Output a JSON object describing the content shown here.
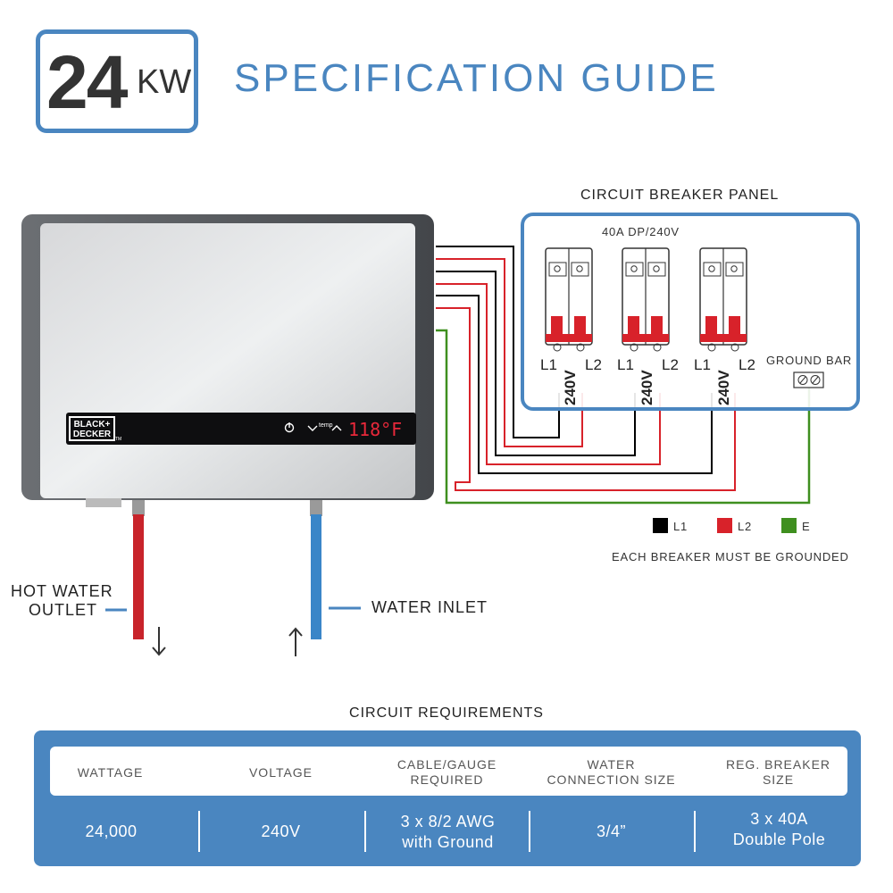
{
  "header": {
    "power_number": "24",
    "power_unit": "KW",
    "title": "SPECIFICATION GUIDE"
  },
  "heater": {
    "brand_line1": "BLACK+",
    "brand_line2": "DECKER",
    "trademark": "TM",
    "temp_label": "temp",
    "temp_display": "118°F"
  },
  "panel": {
    "title": "CIRCUIT BREAKER PANEL",
    "breaker_rating": "40A DP/240V",
    "voltage_label": "240V",
    "line1_label": "L1",
    "line2_label": "L2",
    "ground_bar_label": "GROUND BAR"
  },
  "legend": {
    "items": [
      {
        "label": "L1",
        "color": "#000000"
      },
      {
        "label": "L2",
        "color": "#d8222a"
      },
      {
        "label": "E",
        "color": "#3f8f1f"
      }
    ],
    "note": "EACH BREAKER MUST BE GROUNDED"
  },
  "plumbing": {
    "hot_line1": "HOT WATER",
    "hot_line2": "OUTLET",
    "inlet": "WATER INLET"
  },
  "requirements": {
    "title": "CIRCUIT REQUIREMENTS",
    "headers": [
      "WATTAGE",
      "VOLTAGE",
      "CABLE/GAUGE\nREQUIRED",
      "WATER\nCONNECTION SIZE",
      "REG. BREAKER\nSIZE"
    ],
    "values": [
      "24,000",
      "240V",
      "3 x 8/2 AWG\nwith Ground",
      "3/4”",
      "3 x 40A\nDouble Pole"
    ]
  },
  "colors": {
    "accent": "#4a86c0",
    "line1": "#000000",
    "line2": "#d8222a",
    "earth": "#3f8f1f",
    "hot_pipe": "#c8242b",
    "cold_pipe": "#3a86c8"
  }
}
